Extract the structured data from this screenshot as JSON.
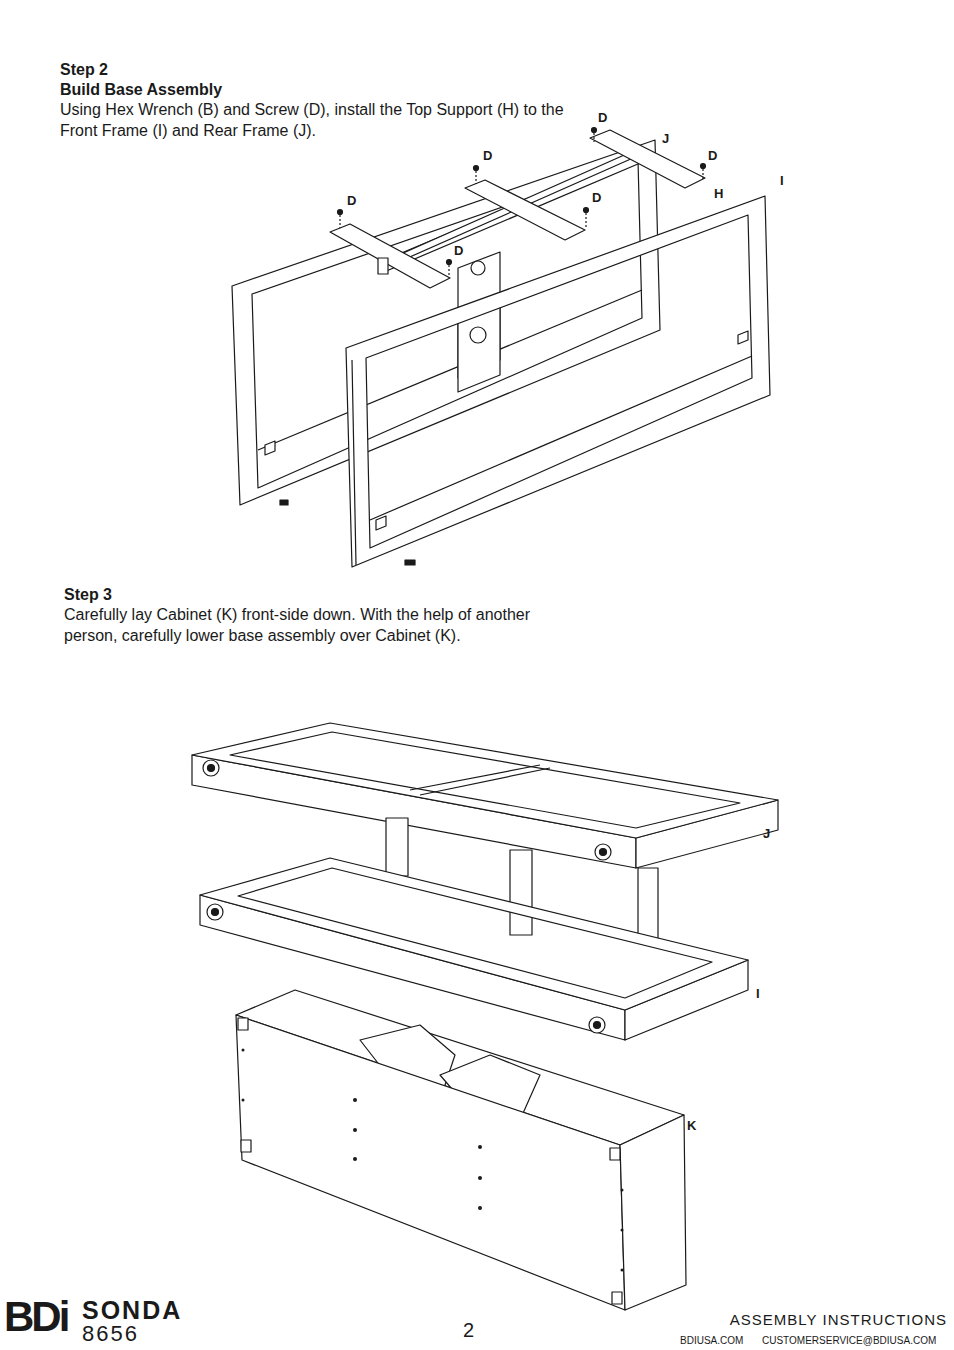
{
  "diagram": {
    "labels": [
      "Step 2",
      "Build Base Assembly",
      "Using Hex Wrench (B) and Screw (D), install the Top Support (H) to the Front Frame (I) and Rear Frame (J).",
      "D",
      "J",
      "D",
      "D",
      "H",
      "I",
      "D",
      "D",
      "D",
      "Step 3",
      "Carefully lay Cabinet (K) front-side down. With the help of another person, carefully lower base assembly over Cabinet (K).",
      "J",
      "I",
      "K",
      "BDi",
      "SONDA",
      "8656",
      "2",
      "ASSEMBLY INSTRUCTIONS",
      "BDIUSA.COM",
      "CUSTOMERSERVICE@BDIUSA.COM"
    ]
  }
}
